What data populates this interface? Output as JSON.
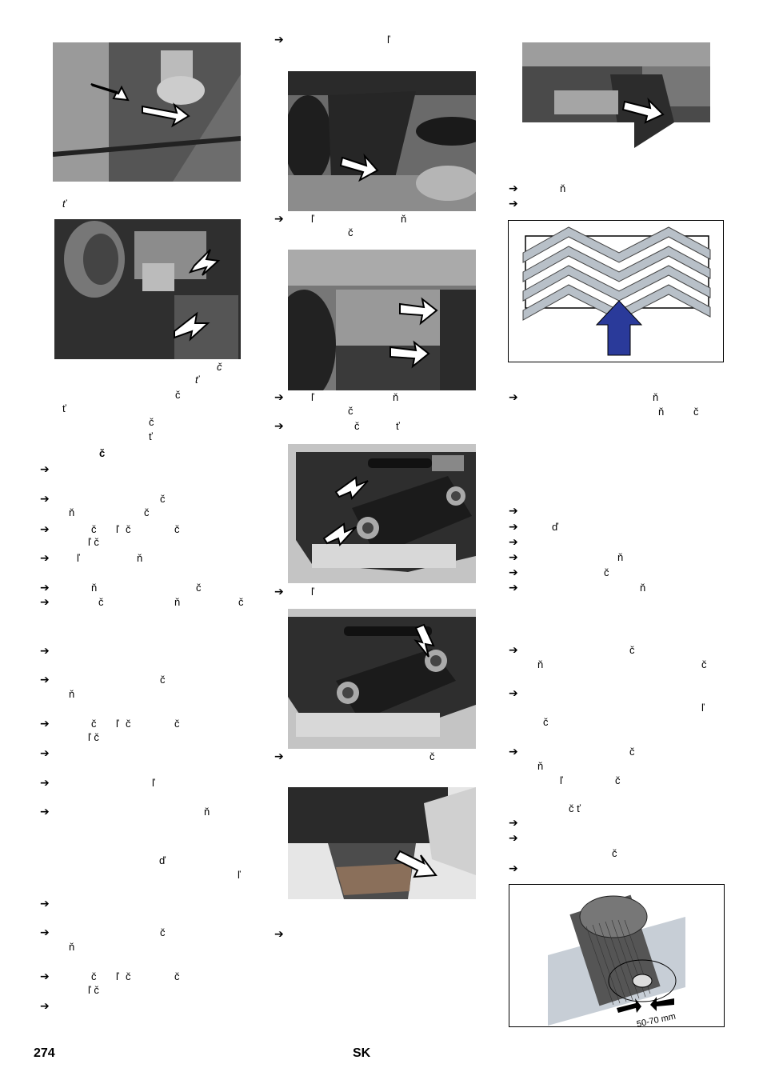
{
  "footer": {
    "page_number": "274",
    "language_code": "SK"
  },
  "bullet_glyph": "➔",
  "fragments": {
    "c1_a": "ť",
    "c1_b": "č",
    "c1_c": "ť",
    "c1_d": "č",
    "c1_e": "ť",
    "c1_f": "č",
    "c1_g": "ť",
    "c1_h": "č",
    "c1_l1": "č",
    "c1_l1b": "ň",
    "c1_l1c": "č",
    "c1_l2": "č",
    "c1_l2b": "ľ",
    "c1_l2c": "č",
    "c1_l2d": "č",
    "c1_l2e": "ľ č",
    "c1_l3": "ľ",
    "c1_l3b": "ň",
    "c1_l4": "ň",
    "c1_l4b": "č",
    "c1_l5": "č",
    "c1_l5b": "ň",
    "c1_l5c": "č",
    "c1_m1": "č",
    "c1_m1b": "ň",
    "c1_m2": "č",
    "c1_m2b": "ľ",
    "c1_m2c": "č",
    "c1_m2d": "č",
    "c1_m2e": "ľ č",
    "c1_m3": "ľ",
    "c1_m4": "ň",
    "c1_m5": "ď",
    "c1_m6": "ľ",
    "c1_n1": "č",
    "c1_n1b": "ň",
    "c1_n2": "č",
    "c1_n2b": "ľ",
    "c1_n2c": "č",
    "c1_n2d": "č",
    "c1_n2e": "ľ č",
    "c2_t1": "ľ",
    "c2_t2": "ľ",
    "c2_t2b": "ň",
    "c2_t2c": "č",
    "c2_t3": "ľ",
    "c2_t3b": "ň",
    "c2_t3c": "č",
    "c2_t4": "č",
    "c2_t4b": "ť",
    "c2_t5": "ľ",
    "c2_t6": "č",
    "c3_t1": "ň",
    "c3_t2": "ň",
    "c3_t2b": "ň",
    "c3_t2c": "č",
    "c3_t3": "ď",
    "c3_t4": "ň",
    "c3_t5": "č",
    "c3_t6": "ň",
    "c3_t7": "č",
    "c3_t7b": "ň",
    "c3_t7c": "č",
    "c3_t8": "ľ",
    "c3_t8b": "č",
    "c3_t9": "č",
    "c3_t9b": "ň",
    "c3_t9c": "ľ",
    "c3_t9d": "č",
    "c3_t9e": "č ť",
    "c3_t10": "č"
  },
  "diagram_brush": {
    "gap_label": "50-70 mm"
  }
}
